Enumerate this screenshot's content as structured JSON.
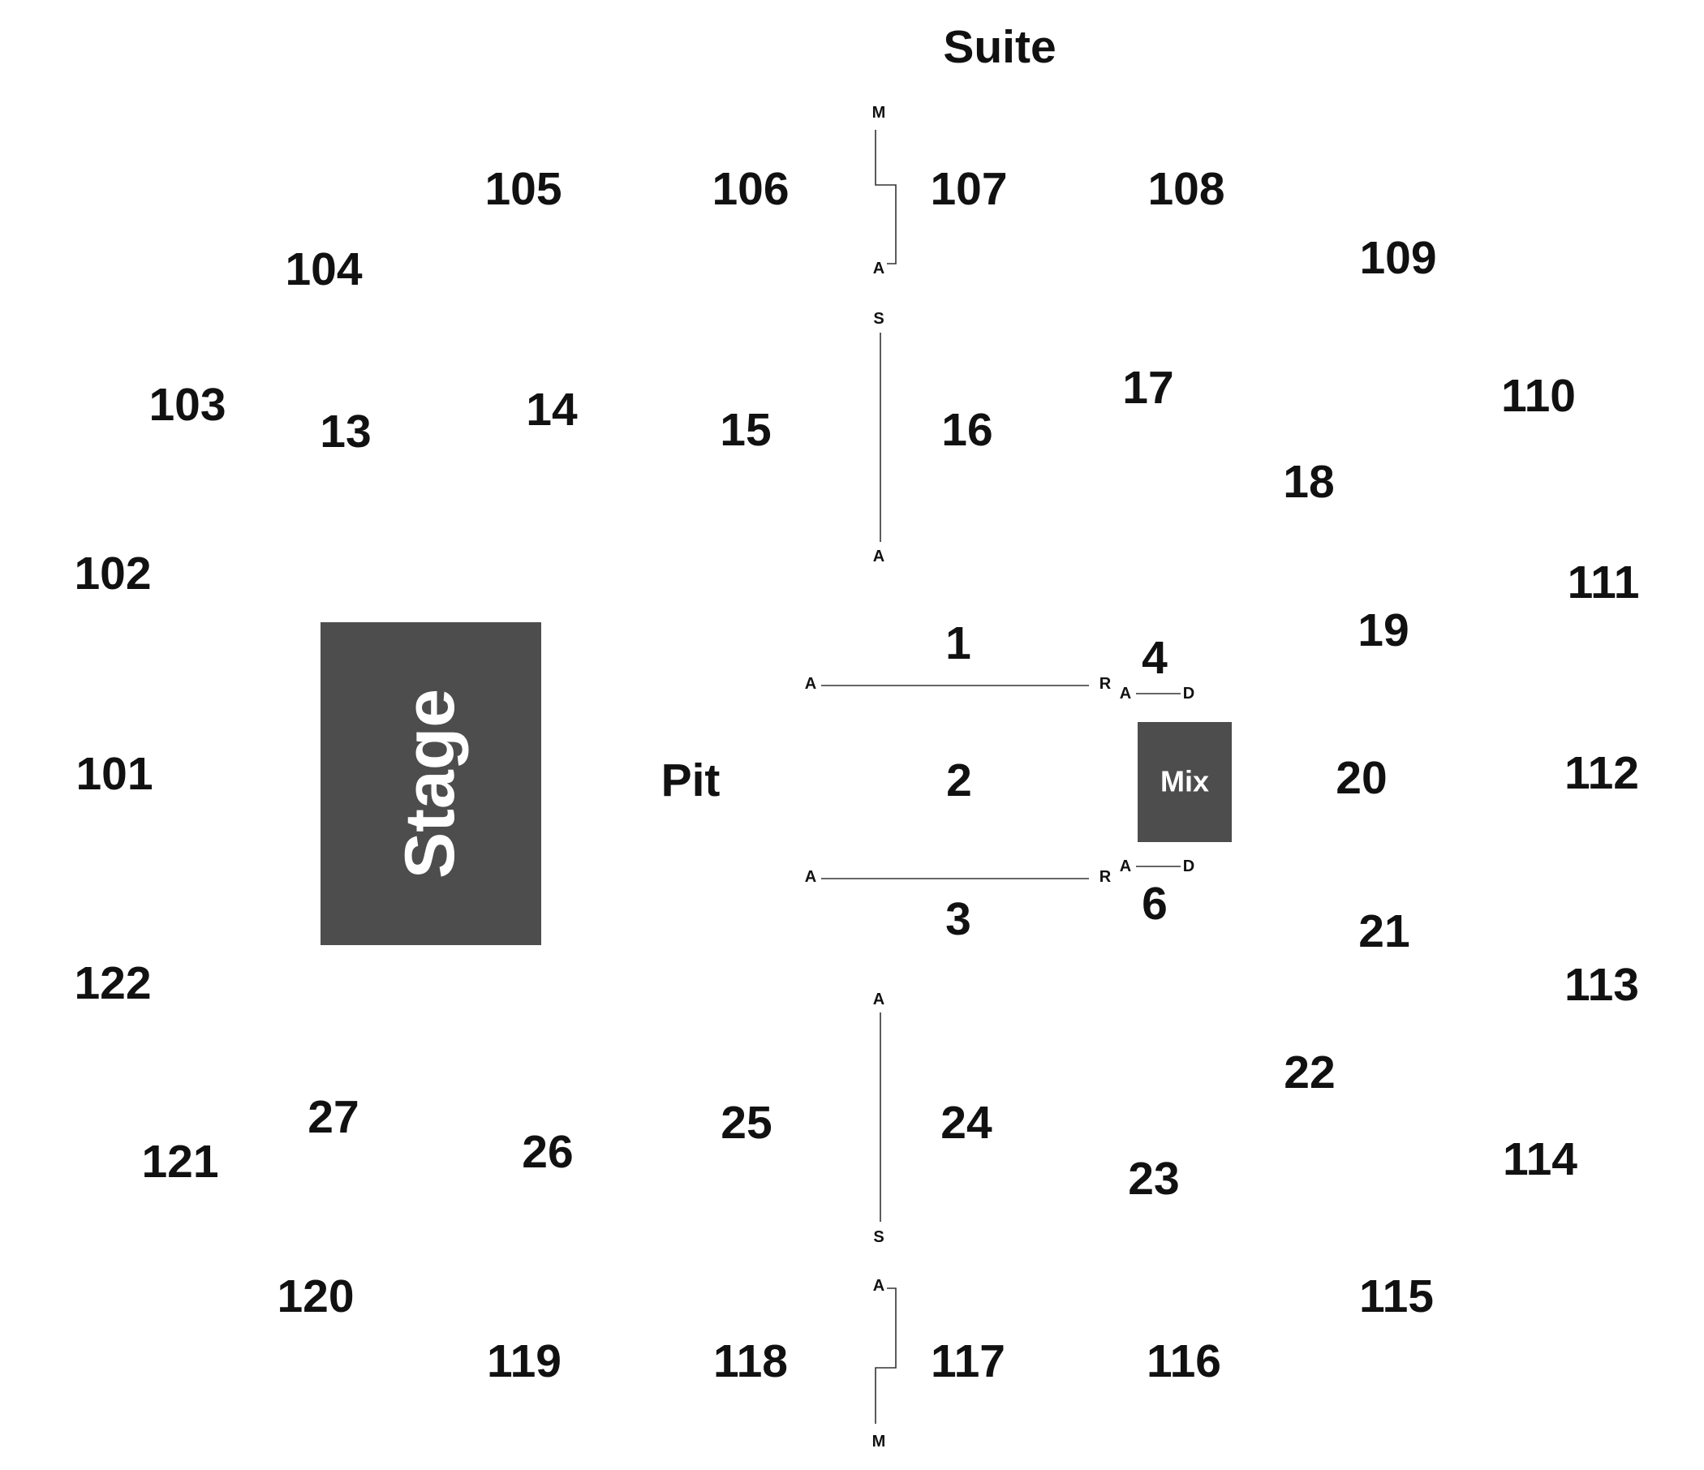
{
  "title": "Suite",
  "stage_label": "Stage",
  "pit_label": "Pit",
  "mix_label": "Mix",
  "colors": {
    "block_fill": "#4d4d4d",
    "block_text": "#ffffff",
    "text": "#111111"
  },
  "sections": [
    "101",
    "102",
    "103",
    "104",
    "105",
    "106",
    "107",
    "108",
    "109",
    "110",
    "111",
    "112",
    "113",
    "114",
    "115",
    "116",
    "117",
    "118",
    "119",
    "120",
    "121",
    "122",
    "1",
    "2",
    "3",
    "4",
    "6",
    "13",
    "14",
    "15",
    "16",
    "17",
    "18",
    "19",
    "20",
    "21",
    "22",
    "23",
    "24",
    "25",
    "26",
    "27"
  ],
  "row_letters": {
    "top_aisle_m": "M",
    "top_aisle_a": "A",
    "upper_aisle_s": "S",
    "upper_aisle_a": "A",
    "floor1_left_a": "A",
    "floor1_right_r": "R",
    "mix_top_a": "A",
    "mix_top_d": "D",
    "mix_bottom_a": "A",
    "mix_bottom_d": "D",
    "floor3_left_a": "A",
    "floor3_right_r": "R",
    "lower_aisle_a": "A",
    "lower_aisle_s": "S",
    "bottom_aisle_a": "A",
    "bottom_aisle_m": "M"
  }
}
